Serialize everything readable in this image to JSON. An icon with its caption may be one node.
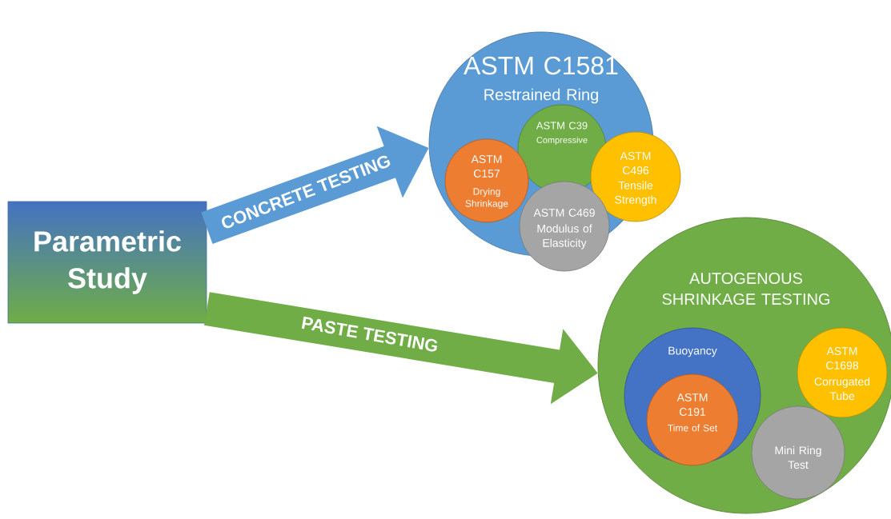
{
  "diagram": {
    "nodes": [
      {
        "text": [
          "Parametric Study"
        ]
      },
      {
        "text": [
          "ASTM C1581",
          "Restrained Ring"
        ]
      },
      {
        "text": [
          "ASTM C39",
          "Compressive"
        ],
        "in": 1
      },
      {
        "text": [
          "ASTM C157",
          "Drying Shrinkage"
        ],
        "in": 1
      },
      {
        "text": [
          "ASTM C496",
          "Tensile Strength"
        ]
      },
      {
        "text": [
          "ASTM C469",
          "Modulus of Elasticity"
        ]
      },
      {
        "text": [
          "AUTOGENOUS SHRINKAGE TESTING"
        ]
      },
      {
        "text": [
          "Buoyancy"
        ],
        "in": 6
      },
      {
        "text": [
          "ASTM C191",
          "Time of Set"
        ],
        "in": 7
      },
      {
        "text": [
          "ASTM C1698",
          "Corrugated Tube"
        ],
        "in": 6
      },
      {
        "text": [
          "Mini Ring Test"
        ],
        "in": 6
      }
    ],
    "edges": [
      {
        "from": 0,
        "to": 1,
        "arrow": "to",
        "label": "CONCRETE TESTING",
        "color": "#5b9bd5"
      },
      {
        "from": 0,
        "to": 6,
        "arrow": "to",
        "label": "PASTE TESTING",
        "color": "#70ad47"
      }
    ]
  }
}
